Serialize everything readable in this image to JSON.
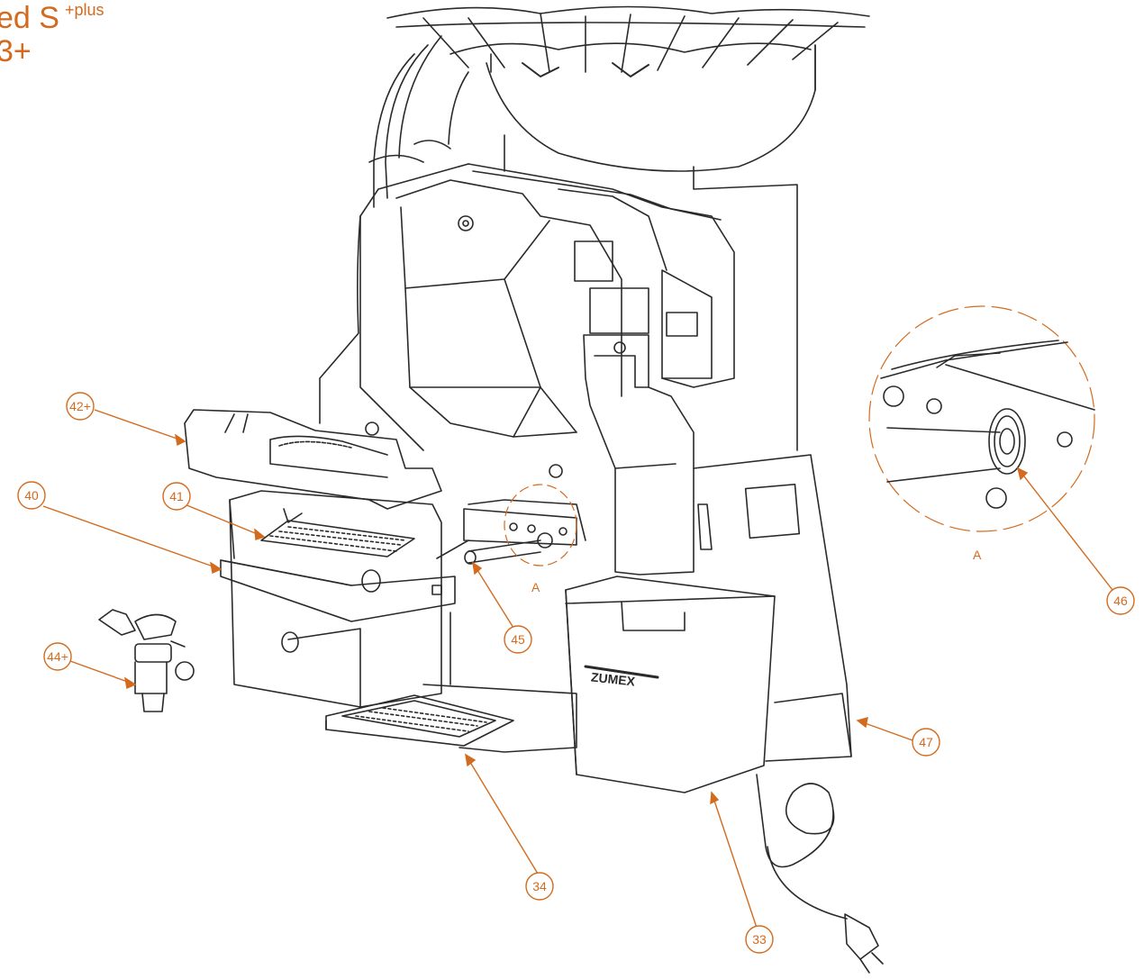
{
  "title": {
    "line1": "ed S",
    "line1_sup": "+plus",
    "line2": "3+"
  },
  "callouts": [
    {
      "id": "42+",
      "label": "42+"
    },
    {
      "id": "40",
      "label": "40"
    },
    {
      "id": "41",
      "label": "41"
    },
    {
      "id": "44+",
      "label": "44+"
    },
    {
      "id": "45",
      "label": "45"
    },
    {
      "id": "46",
      "label": "46"
    },
    {
      "id": "47",
      "label": "47"
    },
    {
      "id": "34",
      "label": "34"
    },
    {
      "id": "33",
      "label": "33"
    }
  ],
  "detail_labels": {
    "marker_a": "A",
    "detail_a": "A"
  },
  "brand_mark": "ZUMEX",
  "colors": {
    "accent": "#d36b1f",
    "line": "#2a2a2a"
  }
}
